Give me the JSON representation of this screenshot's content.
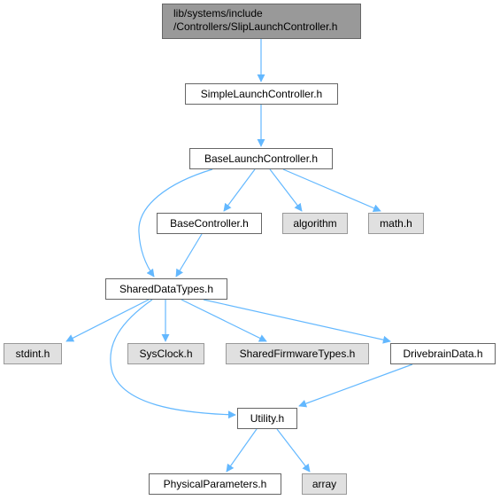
{
  "graph": {
    "edge_color": "#63b8ff",
    "nodes": {
      "root": {
        "line1": "lib/systems/include",
        "line2": "/Controllers/SlipLaunchController.h"
      },
      "simple": "SimpleLaunchController.h",
      "base_launch": "BaseLaunchController.h",
      "base_ctrl": "BaseController.h",
      "algorithm": "algorithm",
      "math": "math.h",
      "shared": "SharedDataTypes.h",
      "stdint": "stdint.h",
      "sysclock": "SysClock.h",
      "firmware": "SharedFirmwareTypes.h",
      "drivebrain": "DrivebrainData.h",
      "utility": "Utility.h",
      "physical": "PhysicalParameters.h",
      "array": "array"
    }
  }
}
